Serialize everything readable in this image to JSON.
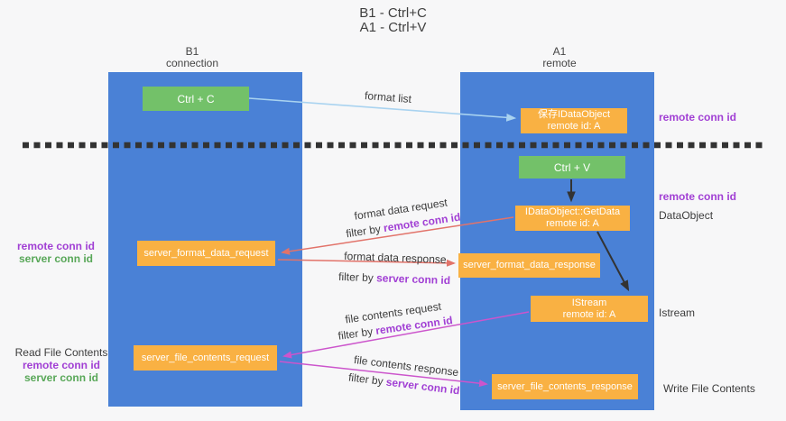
{
  "title": {
    "line1": "B1 - Ctrl+C",
    "line2": "A1 - Ctrl+V"
  },
  "columns": {
    "left": {
      "name": "B1",
      "subtitle": "connection"
    },
    "right": {
      "name": "A1",
      "subtitle": "remote"
    }
  },
  "boxes": {
    "ctrl_c": {
      "label": "Ctrl + C"
    },
    "ctrl_v": {
      "label": "Ctrl + V"
    },
    "save_dataobject": {
      "line1": "保存IDataObject",
      "line2": "remote id: A"
    },
    "getdata": {
      "line1": "IDataObject::GetData",
      "line2": "remote id: A"
    },
    "istream": {
      "line1": "IStream",
      "line2": "remote id: A"
    },
    "format_request": {
      "label": "server_format_data_request"
    },
    "format_response": {
      "label": "server_format_data_response"
    },
    "file_request": {
      "label": "server_file_contents_request"
    },
    "file_response": {
      "label": "server_file_contents_response"
    }
  },
  "flows": {
    "format_list": {
      "label": "format list"
    },
    "format_data_request": {
      "label": "format data request",
      "filter_prefix": "filter by ",
      "filter_key": "remote conn id"
    },
    "format_data_response": {
      "label": "format data response",
      "filter_prefix": "filter by ",
      "filter_key": "server conn id"
    },
    "file_contents_request": {
      "label": "file contents request",
      "filter_prefix": "filter by ",
      "filter_key": "remote conn id"
    },
    "file_contents_response": {
      "label": "file contents response",
      "filter_prefix": "filter by ",
      "filter_key": "server conn id"
    }
  },
  "annotations": {
    "remote_conn_top": "remote conn id",
    "remote_conn_mid": "remote conn id",
    "dataobject": "DataObject",
    "istream": "Istream",
    "write_file_contents": "Write File Contents",
    "read_file_contents": "Read File Contents",
    "left_mid_purple": "remote conn id",
    "left_mid_green": "server conn id",
    "left_bottom_purple": "remote conn id",
    "left_bottom_green": "server conn id"
  },
  "colors": {
    "column_blue": "#4a81d6",
    "box_green": "#73c169",
    "box_orange": "#f9b143",
    "arrow_blue": "#a9d3f0",
    "arrow_red": "#e2736a",
    "arrow_magenta": "#cc55cc",
    "arrow_black": "#333333",
    "text_purple": "#a13fd4",
    "text_green": "#58a758",
    "dash_black": "#333333"
  }
}
